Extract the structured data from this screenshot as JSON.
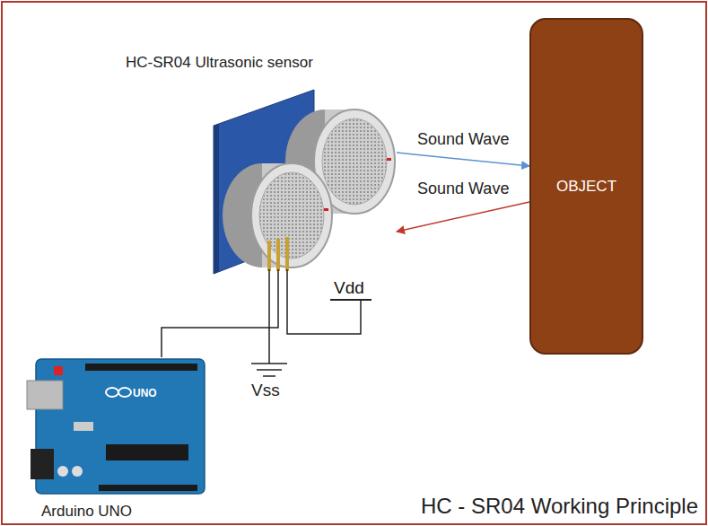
{
  "diagram": {
    "title": "HC - SR04 Working Principle",
    "nodes": [
      {
        "text": [
          "HC-SR04 Ultrasonic sensor"
        ]
      },
      {
        "text": [
          "OBJECT"
        ]
      },
      {
        "text": [
          "Arduino UNO"
        ]
      }
    ],
    "edges": [
      {
        "from": 0,
        "to": 1,
        "arrow": "to",
        "label": "Sound Wave"
      },
      {
        "from": 1,
        "to": 0,
        "arrow": "to",
        "label": "Sound Wave"
      },
      {
        "from": 2,
        "to": 0,
        "arrow": "none"
      }
    ],
    "labels": [
      "Vdd",
      "Vss",
      "UNO"
    ]
  }
}
